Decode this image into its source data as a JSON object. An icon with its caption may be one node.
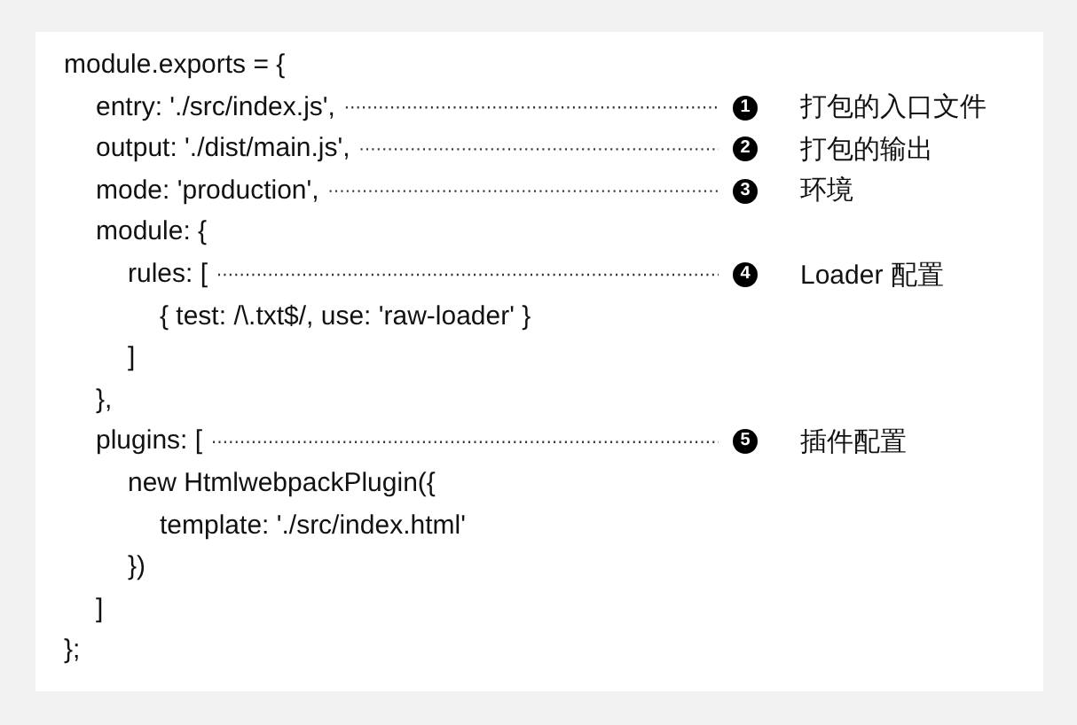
{
  "diagram": {
    "nodes": [
      {
        "text": [
          "entry: './src/index.js',"
        ]
      },
      {
        "text": [
          "output: './dist/main.js',"
        ]
      },
      {
        "text": [
          "mode: 'production',"
        ]
      },
      {
        "text": [
          "rules: ["
        ]
      },
      {
        "text": [
          "plugins: ["
        ]
      },
      {
        "text": [
          "1",
          "打包的入口文件"
        ]
      },
      {
        "text": [
          "2",
          "打包的输出"
        ]
      },
      {
        "text": [
          "3",
          "环境"
        ]
      },
      {
        "text": [
          "4",
          "Loader 配置"
        ]
      },
      {
        "text": [
          "5",
          "插件配置"
        ]
      }
    ],
    "edges": [
      {
        "from": 0,
        "to": 5,
        "arrow": "none",
        "style": "dashed"
      },
      {
        "from": 1,
        "to": 6,
        "arrow": "none",
        "style": "dashed"
      },
      {
        "from": 2,
        "to": 7,
        "arrow": "none",
        "style": "dashed"
      },
      {
        "from": 3,
        "to": 8,
        "arrow": "none",
        "style": "dashed"
      },
      {
        "from": 4,
        "to": 9,
        "arrow": "none",
        "style": "dashed"
      }
    ],
    "labels": [
      "module.exports = {",
      "module: {",
      "{ test: /\\.txt$/, use: 'raw-loader' }",
      "]",
      "},",
      "new HtmlwebpackPlugin({",
      "template: './src/index.html'",
      "})",
      "]",
      "};"
    ]
  }
}
